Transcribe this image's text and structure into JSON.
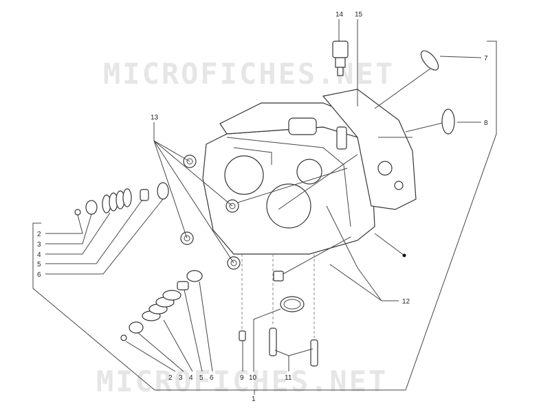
{
  "watermark": {
    "text": "MICROFICHES.NET"
  },
  "callouts": {
    "c1": "1",
    "c2a": "2",
    "c3a": "3",
    "c4a": "4",
    "c5a": "5",
    "c6a": "6",
    "c7": "7",
    "c8": "8",
    "c9": "9",
    "c10": "10",
    "c11": "11",
    "c12": "12",
    "c13": "13",
    "c14": "14",
    "c15": "15",
    "c2b": "2",
    "c3b": "3",
    "c4b": "4",
    "c5b": "5",
    "c6b": "6"
  }
}
